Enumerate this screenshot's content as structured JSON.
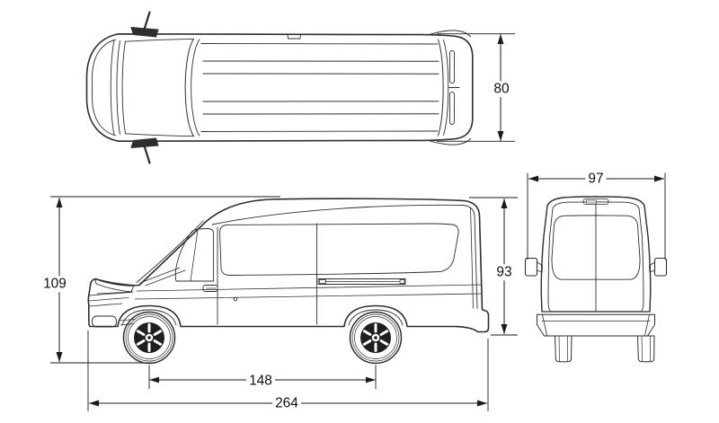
{
  "diagram": {
    "description": "Three-view dimension line drawing of a high-roof cargo van (top view, side view, rear view)",
    "dimensions": {
      "top_width": "80",
      "rear_width": "97",
      "overall_height": "109",
      "rear_height": "93",
      "wheelbase": "148",
      "overall_length": "264"
    },
    "colors": {
      "background": "#ffffff",
      "vehicle_line": "#2e2e2e",
      "dimension_line": "#1a1a1a",
      "wheel_fill": "#1f1f1f",
      "label_text": "#111111"
    }
  }
}
